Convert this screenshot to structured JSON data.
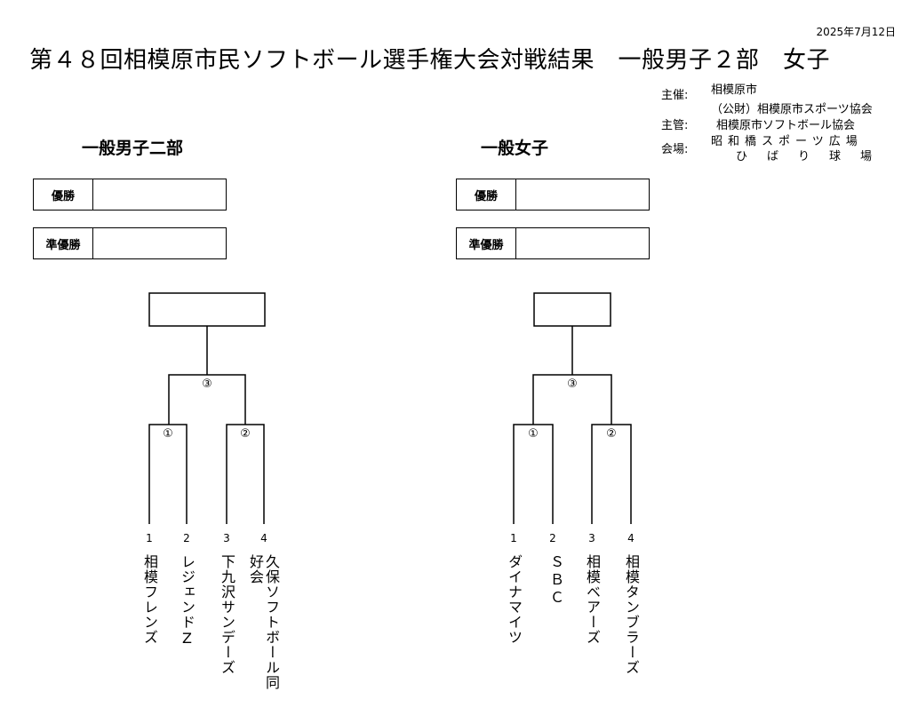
{
  "date": "2025年7月12日",
  "title": "第４８回相模原市民ソフトボール選手権大会対戦結果　一般男子２部　女子",
  "organizers": {
    "host_label": "主催:",
    "host_value": "相模原市",
    "host_value2": "（公財）相模原市スポーツ協会",
    "manager_label": "主管:",
    "manager_value": "相模原市ソフトボール協会",
    "venue_label": "会場:",
    "venue_value1": "昭和橋スポーツ広場",
    "venue_value2": "ひばり球場"
  },
  "divisions": [
    {
      "title": "一般男子二部",
      "winner_label": "優勝",
      "winner_value": "",
      "runner_up_label": "準優勝",
      "runner_up_value": "",
      "final_value": "",
      "match_labels": [
        "①",
        "②",
        "③"
      ],
      "teams": [
        {
          "num": "1",
          "name": "相模フレンズ"
        },
        {
          "num": "2",
          "name": "レジェンドZ"
        },
        {
          "num": "3",
          "name": "下九沢サンデーズ"
        },
        {
          "num": "4",
          "name": "久保ソフトボール同好会"
        }
      ]
    },
    {
      "title": "一般女子",
      "winner_label": "優勝",
      "winner_value": "",
      "runner_up_label": "準優勝",
      "runner_up_value": "",
      "final_value": "",
      "match_labels": [
        "①",
        "②",
        "③"
      ],
      "teams": [
        {
          "num": "1",
          "name": "ダイナマイツ"
        },
        {
          "num": "2",
          "name": "ＳＢＣ"
        },
        {
          "num": "3",
          "name": "相模ベアーズ"
        },
        {
          "num": "4",
          "name": "相模タンブラーズ"
        }
      ]
    }
  ]
}
